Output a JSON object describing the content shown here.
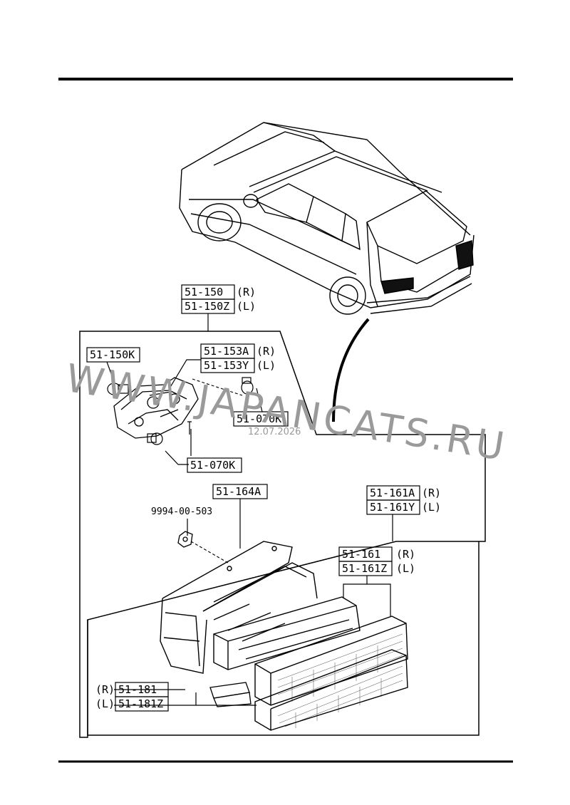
{
  "parts": {
    "p51_150": "51-150",
    "p51_150_r": "(R)",
    "p51_150z": "51-150Z",
    "p51_150z_l": "(L)",
    "p51_150k": "51-150K",
    "p51_153a": "51-153A",
    "p51_153a_r": "(R)",
    "p51_153y": "51-153Y",
    "p51_153y_l": "(L)",
    "p51_070k_a": "51-070K",
    "p51_070k_b": "51-070K",
    "p51_164a": "51-164A",
    "p9994": "9994-00-503",
    "p51_161a": "51-161A",
    "p51_161a_r": "(R)",
    "p51_161y": "51-161Y",
    "p51_161y_l": "(L)",
    "p51_161": "51-161",
    "p51_161_r": "(R)",
    "p51_161z": "51-161Z",
    "p51_161z_l": "(L)",
    "p51_181_r": "(R)",
    "p51_181": "51-181",
    "p51_181z_l": "(L)",
    "p51_181z": "51-181Z"
  },
  "watermark": {
    "site": "WWW.JAPANCATS.RU",
    "date": "12.07.2026"
  }
}
